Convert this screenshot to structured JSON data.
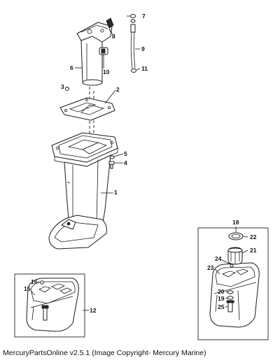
{
  "callouts": {
    "c1": "1",
    "c2": "2",
    "c3": "3",
    "c4": "4",
    "c5": "5",
    "c6": "6",
    "c7": "7",
    "c8": "8",
    "c9": "9",
    "c10": "10",
    "c11": "11",
    "c12": "12",
    "c15": "15",
    "c16": "16",
    "c18": "18",
    "c19": "19",
    "c20": "20",
    "c21": "21",
    "c22": "22",
    "c23": "23",
    "c24": "24",
    "c25": "25"
  },
  "caption": "MercuryPartsOnline v2.5.1 (Image Copyright- Mercury Marine)"
}
